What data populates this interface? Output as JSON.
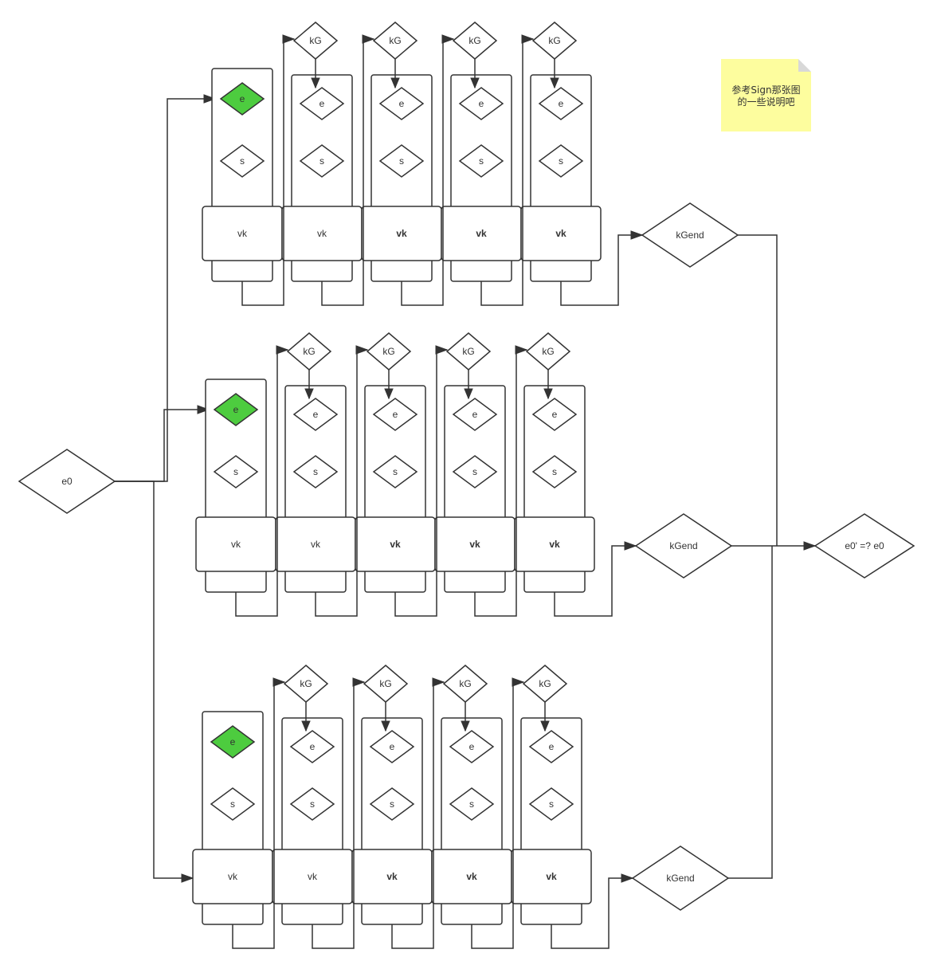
{
  "labels": {
    "start": "e0",
    "e": "e",
    "s": "s",
    "vk": "vk",
    "kG": "kG",
    "kGend": "kGend",
    "compare": "e0' =? e0"
  },
  "note": {
    "line1": "参考Sign那张图",
    "line2": "的一些说明吧"
  },
  "colors": {
    "stroke": "#333333",
    "highlight_fill": "#4dcc3f",
    "note_fill": "#fdfd9e"
  },
  "rows": [
    {
      "columns": [
        {
          "has_kG": false,
          "e_highlighted": true,
          "vk_bold": false
        },
        {
          "has_kG": true,
          "e_highlighted": false,
          "vk_bold": false
        },
        {
          "has_kG": true,
          "e_highlighted": false,
          "vk_bold": true
        },
        {
          "has_kG": true,
          "e_highlighted": false,
          "vk_bold": true
        },
        {
          "has_kG": true,
          "e_highlighted": false,
          "vk_bold": true
        }
      ]
    },
    {
      "columns": [
        {
          "has_kG": false,
          "e_highlighted": true,
          "vk_bold": false
        },
        {
          "has_kG": true,
          "e_highlighted": false,
          "vk_bold": false
        },
        {
          "has_kG": true,
          "e_highlighted": false,
          "vk_bold": true
        },
        {
          "has_kG": true,
          "e_highlighted": false,
          "vk_bold": true
        },
        {
          "has_kG": true,
          "e_highlighted": false,
          "vk_bold": true
        }
      ]
    },
    {
      "columns": [
        {
          "has_kG": false,
          "e_highlighted": true,
          "vk_bold": false
        },
        {
          "has_kG": true,
          "e_highlighted": false,
          "vk_bold": false
        },
        {
          "has_kG": true,
          "e_highlighted": false,
          "vk_bold": true
        },
        {
          "has_kG": true,
          "e_highlighted": false,
          "vk_bold": true
        },
        {
          "has_kG": true,
          "e_highlighted": false,
          "vk_bold": true
        }
      ]
    }
  ]
}
